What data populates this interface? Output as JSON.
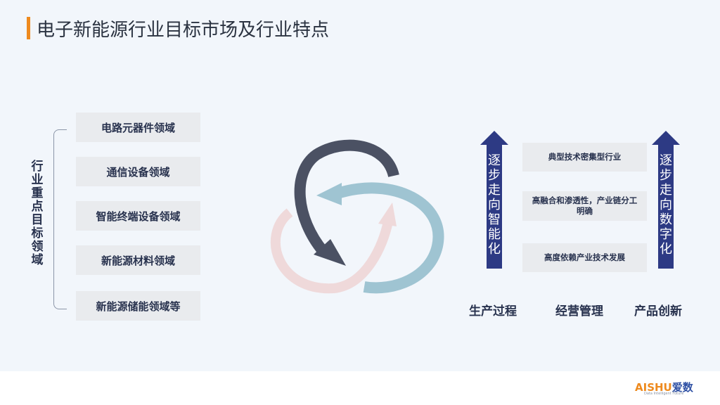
{
  "title": "电子新能源行业目标市场及行业特点",
  "left": {
    "heading": "行业重点目标领域",
    "items": [
      "电路元器件领域",
      "通信设备领域",
      "智能终端设备领域",
      "新能源材料领域",
      "新能源储能领域等"
    ]
  },
  "right": {
    "arrow_left_text": "逐步走向智能化",
    "arrow_right_text": "逐步走向数字化",
    "boxes": [
      "典型技术密集型行业",
      "高融合和渗透性，产业链分工明确",
      "高度依赖产业技术发展"
    ],
    "bottom_labels": [
      "生产过程",
      "经营管理",
      "产品创新"
    ]
  },
  "colors": {
    "accent": "#ee8a1e",
    "navy": "#2d3a84",
    "dark_arrow": "#4b5163",
    "teal_arrow": "#9fc4d2",
    "pink_arrow": "#efd9da"
  },
  "logo": {
    "brand_latin": "AISHU",
    "brand_cn": "爱数",
    "tagline": "Data Intelligent Future"
  }
}
